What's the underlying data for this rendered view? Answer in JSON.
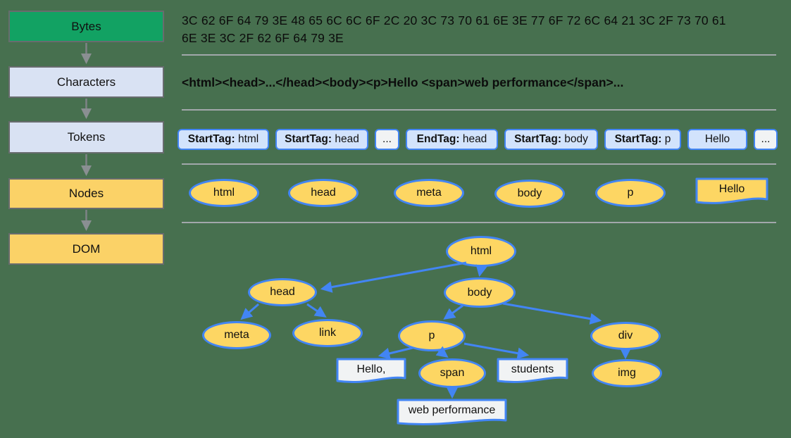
{
  "title": "Browser HTML parsing pipeline diagram",
  "colors": {
    "background": "#47704F",
    "stage_green": "#12A263",
    "stage_light_blue": "#D9E2F3",
    "stage_yellow": "#FBD267",
    "node_yellow": "#FDD663",
    "blue_border": "#4285F4",
    "token_fill": "#D2E3FC",
    "token_fill_light": "#F1F3F4",
    "flag_fill": "#F1F3F4",
    "separator_gray": "#A2A7AB",
    "box_border_gray": "#686C6E"
  },
  "pipeline": {
    "stages": [
      {
        "label": "Bytes"
      },
      {
        "label": "Characters"
      },
      {
        "label": "Tokens"
      },
      {
        "label": "Nodes"
      },
      {
        "label": "DOM"
      }
    ]
  },
  "bytes_row": {
    "line1": "3C 62 6F 64 79 3E 48 65 6C 6C 6F 2C 20 3C 73 70 61 6E 3E 77 6F 72 6C 64 21 3C 2F 73 70 61",
    "line2": "6E 3E 3C 2F 62 6F 64 79 3E"
  },
  "characters_row": {
    "text": "<html><head>...</head><body><p>Hello <span>web performance</span>..."
  },
  "tokens_row": {
    "tokens": [
      {
        "bold": "StartTag:",
        "rest": " html",
        "light": false
      },
      {
        "bold": "StartTag:",
        "rest": " head",
        "light": false
      },
      {
        "bold": "",
        "rest": "...",
        "light": true
      },
      {
        "bold": "EndTag:",
        "rest": " head",
        "light": false
      },
      {
        "bold": "StartTag:",
        "rest": " body",
        "light": false
      },
      {
        "bold": "StartTag:",
        "rest": " p",
        "light": false
      },
      {
        "bold": "",
        "rest": "Hello",
        "light": false
      },
      {
        "bold": "",
        "rest": "...",
        "light": true
      }
    ]
  },
  "nodes_row": {
    "items": [
      {
        "label": "html"
      },
      {
        "label": "head"
      },
      {
        "label": "meta"
      },
      {
        "label": "body"
      },
      {
        "label": "p"
      }
    ],
    "flag": "Hello"
  },
  "dom_tree": {
    "labels": {
      "html": "html",
      "head": "head",
      "body": "body",
      "meta": "meta",
      "link": "link",
      "p": "p",
      "div": "div",
      "span": "span",
      "img": "img",
      "text_hello": "Hello,",
      "text_students": "students",
      "text_webperf": "web performance"
    },
    "edges": [
      [
        "html",
        "head"
      ],
      [
        "html",
        "body"
      ],
      [
        "head",
        "meta"
      ],
      [
        "head",
        "link"
      ],
      [
        "body",
        "p"
      ],
      [
        "body",
        "div"
      ],
      [
        "p",
        "Hello,"
      ],
      [
        "p",
        "span"
      ],
      [
        "p",
        "students"
      ],
      [
        "span",
        "web performance"
      ],
      [
        "div",
        "img"
      ]
    ]
  }
}
